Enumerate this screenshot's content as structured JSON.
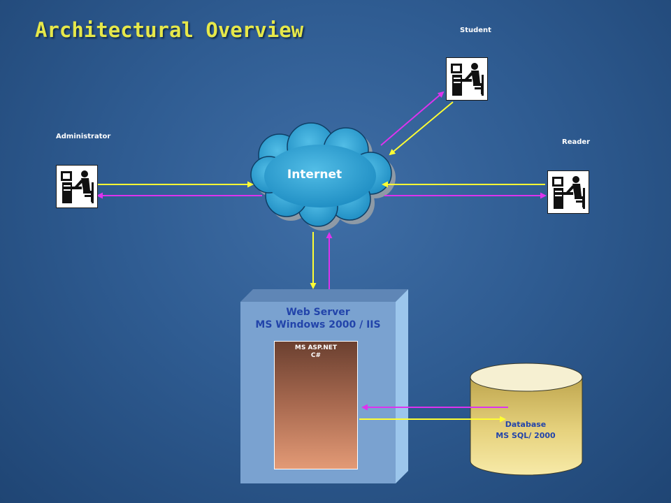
{
  "slide": {
    "title": "Architectural Overview"
  },
  "users": {
    "student": "Student",
    "administrator": "Administrator",
    "reader": "Reader"
  },
  "cloud": {
    "label": "Internet"
  },
  "web_server": {
    "line1": "Web Server",
    "line2": "MS Windows 2000 / IIS",
    "app_line1": "MS ASP.NET",
    "app_line2": "C#"
  },
  "database": {
    "line1": "Database",
    "line2": "MS SQL/ 2000"
  },
  "colors": {
    "title": "#e6e84a",
    "request_arrow": "#ffff33",
    "response_arrow": "#dd33ee",
    "cloud": "#2a9ed0",
    "server_box": "#7aa2d0",
    "database": "#e6d27e"
  },
  "icons": {
    "user_workstation": "computer-user-icon"
  }
}
